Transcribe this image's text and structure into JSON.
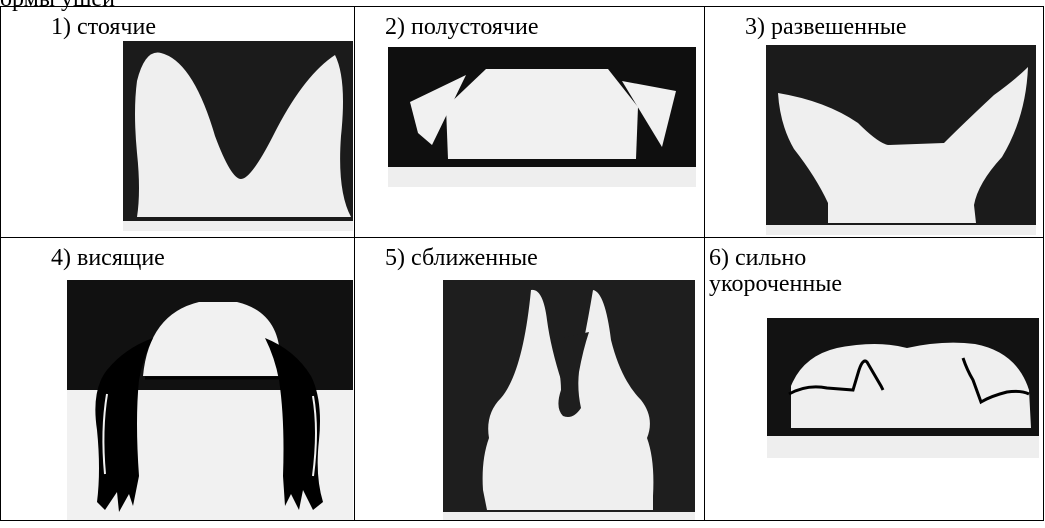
{
  "header_fragment": "ормы ушей",
  "cells": [
    {
      "label": "1) стоячие",
      "icon": "standing-ears"
    },
    {
      "label": "2) полустоячие",
      "icon": "semi-erect-ears"
    },
    {
      "label": "3) развешенные",
      "icon": "spread-ears"
    },
    {
      "label": "4) висящие",
      "icon": "hanging-ears"
    },
    {
      "label": "5) сближенные",
      "icon": "close-set-ears"
    },
    {
      "label": "6) сильно\nукороченные",
      "icon": "cropped-ears"
    }
  ]
}
